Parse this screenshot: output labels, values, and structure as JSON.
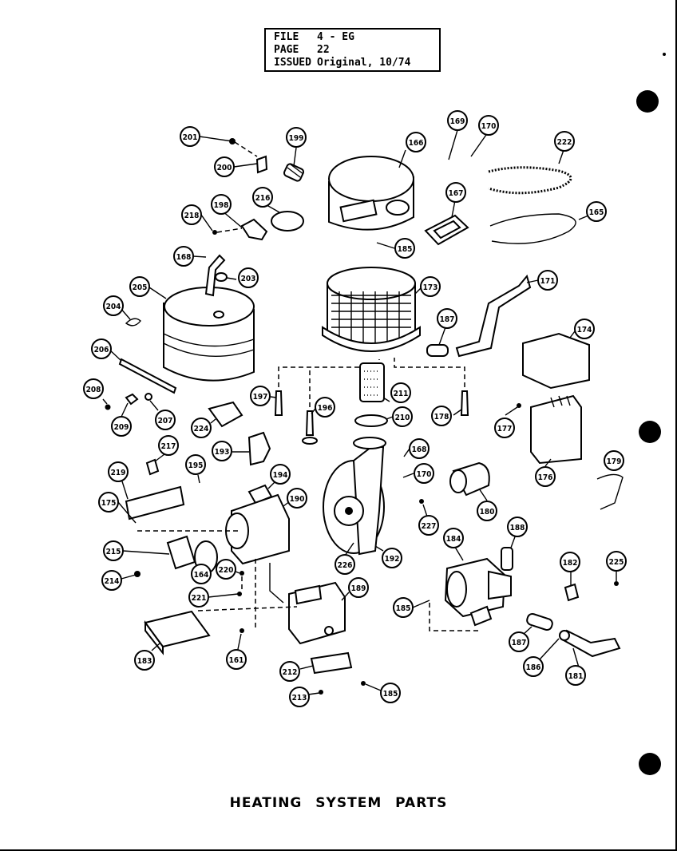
{
  "header": {
    "file_label": "FILE",
    "file_value": "4 - EG",
    "page_label": "PAGE",
    "page_value": "22",
    "issued_label": "ISSUED",
    "issued_value": "Original, 10/74"
  },
  "title": "HEATING SYSTEM PARTS",
  "callouts": [
    {
      "id": "201",
      "label": "201"
    },
    {
      "id": "199",
      "label": "199"
    },
    {
      "id": "166",
      "label": "166"
    },
    {
      "id": "169",
      "label": "169"
    },
    {
      "id": "170a",
      "label": "170"
    },
    {
      "id": "222",
      "label": "222"
    },
    {
      "id": "200",
      "label": "200"
    },
    {
      "id": "216a",
      "label": "216"
    },
    {
      "id": "198",
      "label": "198"
    },
    {
      "id": "218",
      "label": "218"
    },
    {
      "id": "167",
      "label": "167"
    },
    {
      "id": "165",
      "label": "165"
    },
    {
      "id": "185a",
      "label": "185"
    },
    {
      "id": "168a",
      "label": "168"
    },
    {
      "id": "203",
      "label": "203"
    },
    {
      "id": "205",
      "label": "205"
    },
    {
      "id": "173",
      "label": "173"
    },
    {
      "id": "171",
      "label": "171"
    },
    {
      "id": "204",
      "label": "204"
    },
    {
      "id": "187a",
      "label": "187"
    },
    {
      "id": "174",
      "label": "174"
    },
    {
      "id": "206",
      "label": "206"
    },
    {
      "id": "208",
      "label": "208"
    },
    {
      "id": "209",
      "label": "209"
    },
    {
      "id": "207",
      "label": "207"
    },
    {
      "id": "197",
      "label": "197"
    },
    {
      "id": "196",
      "label": "196"
    },
    {
      "id": "211",
      "label": "211"
    },
    {
      "id": "210",
      "label": "210"
    },
    {
      "id": "178",
      "label": "178"
    },
    {
      "id": "177",
      "label": "177"
    },
    {
      "id": "224",
      "label": "224"
    },
    {
      "id": "217",
      "label": "217"
    },
    {
      "id": "193",
      "label": "193"
    },
    {
      "id": "195",
      "label": "195"
    },
    {
      "id": "168b",
      "label": "168"
    },
    {
      "id": "170b",
      "label": "170"
    },
    {
      "id": "219",
      "label": "219"
    },
    {
      "id": "194",
      "label": "194"
    },
    {
      "id": "176",
      "label": "176"
    },
    {
      "id": "179",
      "label": "179"
    },
    {
      "id": "175",
      "label": "175"
    },
    {
      "id": "190",
      "label": "190"
    },
    {
      "id": "180",
      "label": "180"
    },
    {
      "id": "227",
      "label": "227"
    },
    {
      "id": "188",
      "label": "188"
    },
    {
      "id": "215",
      "label": "215"
    },
    {
      "id": "214",
      "label": "214"
    },
    {
      "id": "164",
      "label": "164"
    },
    {
      "id": "220",
      "label": "220"
    },
    {
      "id": "226",
      "label": "226"
    },
    {
      "id": "192",
      "label": "192"
    },
    {
      "id": "184",
      "label": "184"
    },
    {
      "id": "182",
      "label": "182"
    },
    {
      "id": "225",
      "label": "225"
    },
    {
      "id": "221",
      "label": "221"
    },
    {
      "id": "189",
      "label": "189"
    },
    {
      "id": "185b",
      "label": "185"
    },
    {
      "id": "183",
      "label": "183"
    },
    {
      "id": "161",
      "label": "161"
    },
    {
      "id": "187b",
      "label": "187"
    },
    {
      "id": "186",
      "label": "186"
    },
    {
      "id": "181",
      "label": "181"
    },
    {
      "id": "212",
      "label": "212"
    },
    {
      "id": "213",
      "label": "213"
    },
    {
      "id": "185c",
      "label": "185"
    }
  ]
}
